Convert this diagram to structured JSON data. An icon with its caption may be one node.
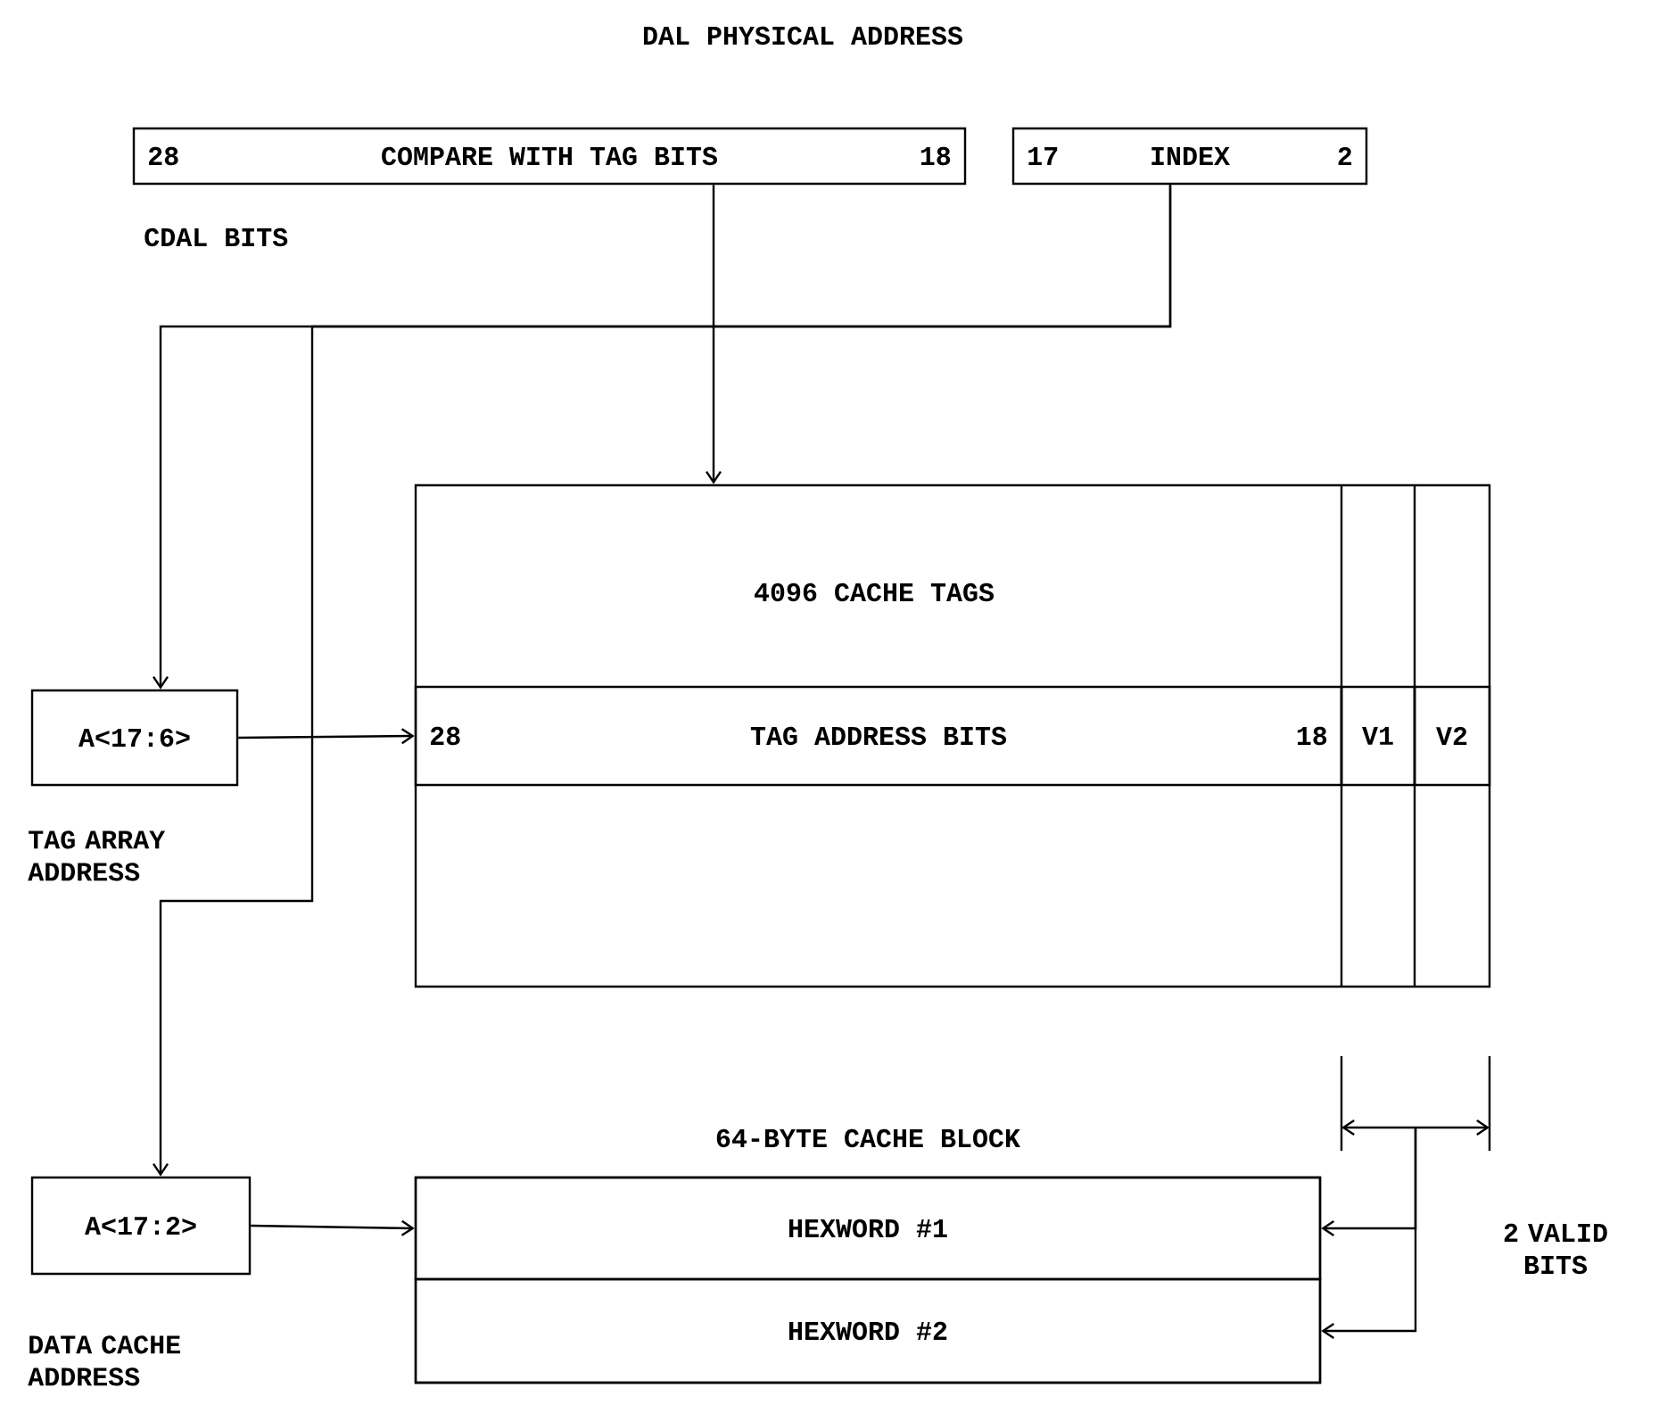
{
  "diagram": {
    "title": "DAL PHYSICAL ADDRESS",
    "nodes": [
      {
        "text": [
          "28",
          "COMPARE WITH TAG BITS",
          "18"
        ]
      },
      {
        "text": [
          "17",
          "INDEX",
          "2"
        ]
      },
      {
        "text": [
          "4096 CACHE TAGS"
        ]
      },
      {
        "text": [
          "28",
          "TAG ADDRESS BITS",
          "18"
        ],
        "in": 2
      },
      {
        "text": [
          "V1"
        ],
        "in": 2
      },
      {
        "text": [
          "V2"
        ],
        "in": 2
      },
      {
        "text": [
          "A<17:6>"
        ],
        "beside": [
          "TAG ARRAY ADDRESS"
        ]
      },
      {
        "text": [
          "A<17:2>"
        ],
        "beside": [
          "DATA CACHE ADDRESS"
        ]
      },
      {
        "text": [
          "64-BYTE CACHE BLOCK"
        ]
      },
      {
        "text": [
          "HEXWORD #1"
        ],
        "in": 8
      },
      {
        "text": [
          "HEXWORD #2"
        ],
        "in": 8
      },
      {
        "text": [],
        "shape": "bracket",
        "beside": [
          "2 VALID BITS"
        ]
      }
    ],
    "edges": [
      {
        "from": 0,
        "to": 2,
        "arrow": "to"
      },
      {
        "from": 1,
        "to": 6,
        "arrow": "to"
      },
      {
        "from": 1,
        "to": 7,
        "arrow": "to"
      },
      {
        "from": 6,
        "to": 3,
        "arrow": "to"
      },
      {
        "from": 7,
        "to": 9,
        "arrow": "to"
      },
      {
        "from": 11,
        "to": 9,
        "arrow": "to"
      },
      {
        "from": 11,
        "to": 10,
        "arrow": "to"
      }
    ],
    "labels": [
      "CDAL BITS"
    ]
  }
}
